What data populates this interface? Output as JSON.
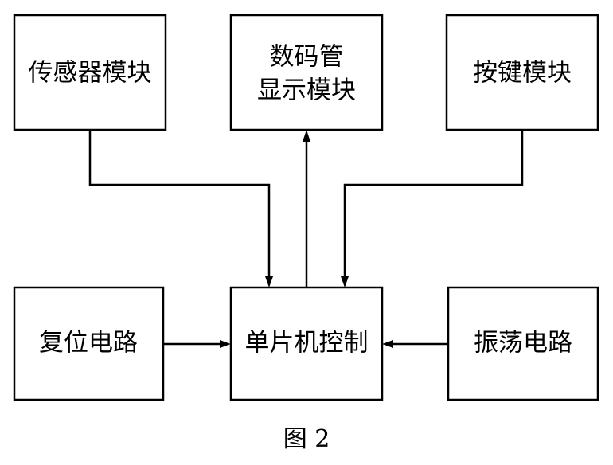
{
  "blocks": {
    "sensor": "传感器模块",
    "display_line1": "数码管",
    "display_line2": "显示模块",
    "keypad": "按键模块",
    "reset": "复位电路",
    "mcu": "单片机控制",
    "oscillator": "振荡电路"
  },
  "caption": "图 2"
}
